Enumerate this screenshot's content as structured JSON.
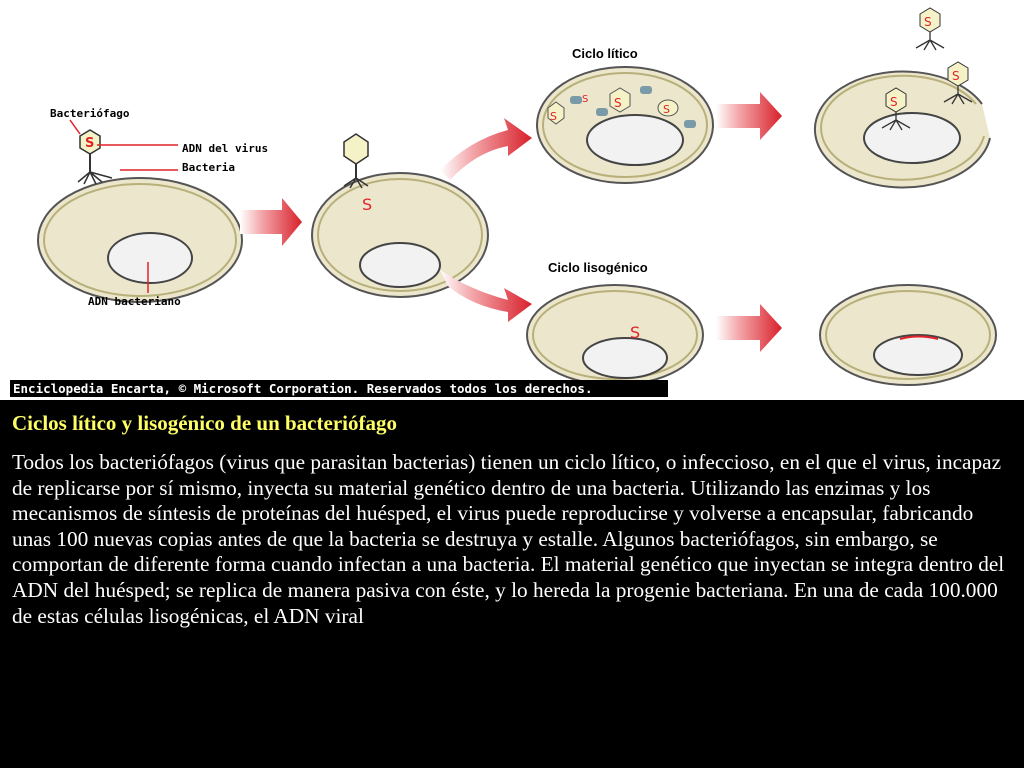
{
  "figure": {
    "labels": {
      "bacteriophage": "Bacteriófago",
      "virus_dna": "ADN del virus",
      "bacterium": "Bacteria",
      "bacterial_dna": "ADN bacteriano"
    },
    "lytic_title": "Ciclo lítico",
    "lysogenic_title": "Ciclo lisogénico",
    "dna_glyph": "S",
    "credit": "Enciclopedia Encarta, © Microsoft Corporation. Reservados todos los derechos."
  },
  "caption": {
    "title": "Ciclos lítico y lisogénico de un bacteriófago",
    "body": "Todos los bacteriófagos (virus que parasitan bacterias) tienen un ciclo lítico, o infeccioso, en el que el virus, incapaz de replicarse por sí mismo, inyecta su material genético dentro de una bacteria. Utilizando las enzimas y los mecanismos de síntesis de proteínas del huésped, el virus puede reproducirse y volverse a encapsular, fabricando unas 100 nuevas copias antes de que la bacteria se destruya y estalle. Algunos bacteriófagos, sin embargo, se comportan de diferente forma cuando infectan a una bacteria. El material genético que inyectan se integra dentro del ADN del huésped; se replica de manera pasiva con éste, y lo hereda la progenie bacteriana. En una de cada 100.000 de estas células lisogénicas, el ADN viral"
  },
  "colors": {
    "cell_fill": "#ece6cc",
    "cell_stroke": "#8a8a4a",
    "nucleoid_fill": "#f2f2f2",
    "arrow_red": "#d8202a",
    "dna_red": "#e0242a",
    "phage_head": "#f5f2c8",
    "caption_title": "#ffff66"
  }
}
